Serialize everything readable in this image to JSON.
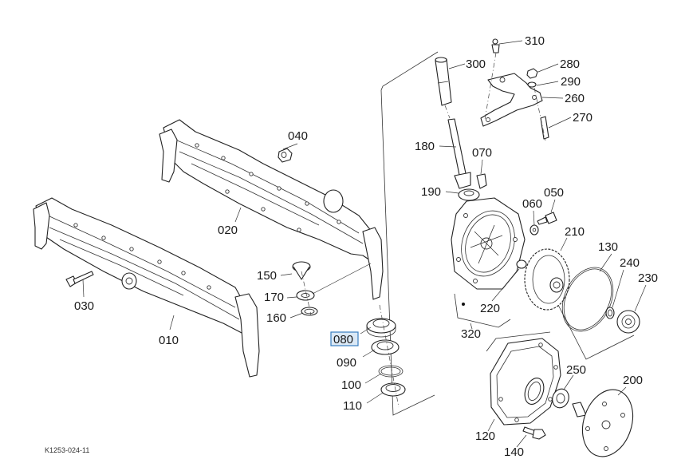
{
  "diagram": {
    "drawing_code": "K1253-024-11",
    "highlighted_part": "080",
    "highlight_colors": {
      "fill": "#dbe9f6",
      "border": "#3a7fc0"
    },
    "labels": {
      "p010": "010",
      "p020": "020",
      "p030": "030",
      "p040": "040",
      "p050": "050",
      "p060": "060",
      "p070": "070",
      "p080": "080",
      "p090": "090",
      "p100": "100",
      "p110": "110",
      "p120": "120",
      "p130": "130",
      "p140": "140",
      "p150": "150",
      "p160": "160",
      "p170": "170",
      "p180": "180",
      "p190": "190",
      "p200": "200",
      "p210": "210",
      "p220": "220",
      "p230": "230",
      "p240": "240",
      "p250": "250",
      "p260": "260",
      "p270": "270",
      "p280": "280",
      "p290": "290",
      "p300": "300",
      "p310": "310",
      "p320": "320"
    }
  }
}
